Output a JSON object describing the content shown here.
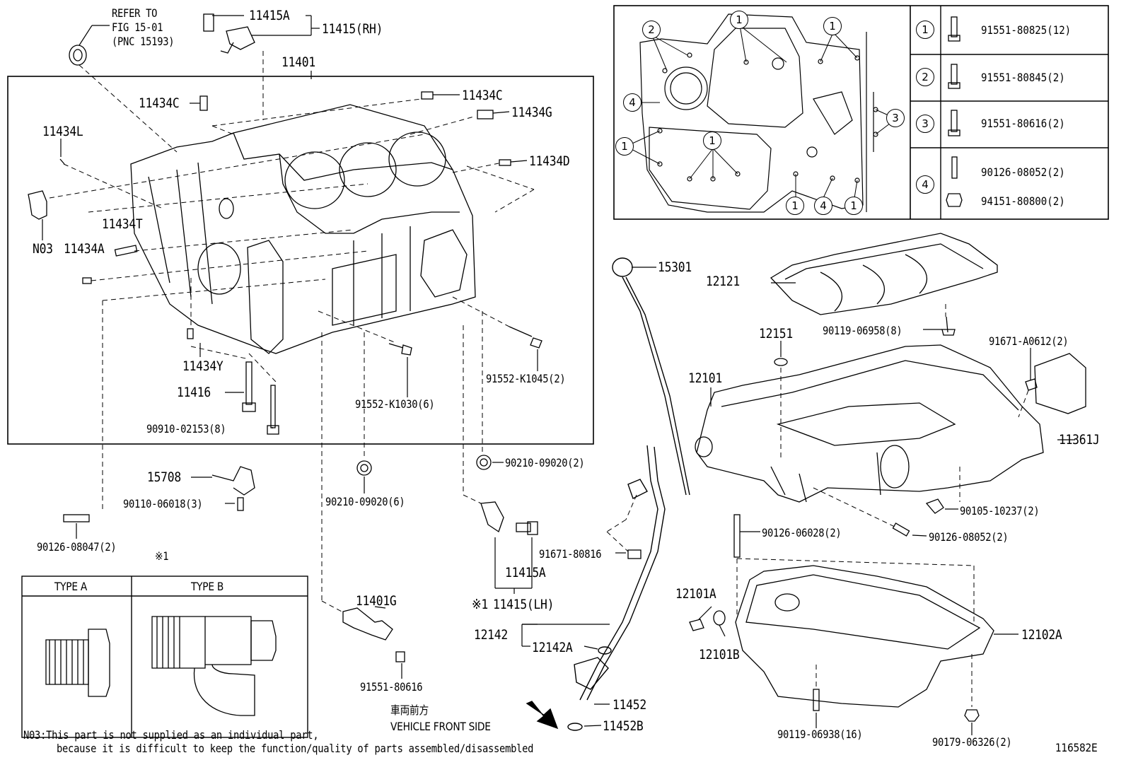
{
  "refer": {
    "line1": "REFER TO",
    "line2": "FIG 15-01",
    "line3": "(PNC 15193)"
  },
  "parts": {
    "p11415A_top": "11415A",
    "p11415RH": "11415(RH)",
    "p11401": "11401",
    "p11434C_l": "11434C",
    "p11434C_r": "11434C",
    "p11434G": "11434G",
    "p11434L": "11434L",
    "p11434D": "11434D",
    "p11434T": "11434T",
    "pN03": "N03",
    "p11434A": "11434A",
    "p11434Y": "11434Y",
    "p11416": "11416",
    "p90910": "90910-02153(8)",
    "p91552_1030": "91552-K1030(6)",
    "p91552_1045": "91552-K1045(2)",
    "p15708": "15708",
    "p90110": "90110-06018(3)",
    "p90126_047": "90126-08047(2)",
    "p90210_l": "90210-09020(6)",
    "p90210_r": "90210-09020(2)",
    "p11415A_b": "11415A",
    "p11415LH": "11415(LH)",
    "lh_mark": "※1",
    "p11401G": "11401G",
    "p91551_616": "91551-80616",
    "p15301": "15301",
    "p12121": "12121",
    "p90119_958": "90119-06958(8)",
    "p12151": "12151",
    "p12101": "12101",
    "p91671_A": "91671-A0612(2)",
    "p11361J": "11361J",
    "p90105": "90105-10237(2)",
    "p90126_028": "90126-06028(2)",
    "p90126_052": "90126-08052(2)",
    "p91671_816": "91671-80816",
    "p12101A": "12101A",
    "p12101B": "12101B",
    "p12102A": "12102A",
    "p12142": "12142",
    "p12142A": "12142A",
    "p11452": "11452",
    "p11452B": "11452B",
    "p90119_938": "90119-06938(16)",
    "p90179": "90179-06326(2)"
  },
  "legend": {
    "rows": [
      {
        "num": "1",
        "parts": [
          "91551-80825(12)"
        ]
      },
      {
        "num": "2",
        "parts": [
          "91551-80845(2)"
        ]
      },
      {
        "num": "3",
        "parts": [
          "91551-80616(2)"
        ]
      },
      {
        "num": "4",
        "parts": [
          "90126-08052(2)",
          "94151-80800(2)"
        ]
      }
    ]
  },
  "inset_callouts": [
    "2",
    "1",
    "1",
    "4",
    "1",
    "1",
    "3",
    "1",
    "4",
    "1"
  ],
  "type_box": {
    "mark": "※1",
    "type_a": "TYPE A",
    "type_b": "TYPE B"
  },
  "front": {
    "jp": "車両前方",
    "en": "VEHICLE FRONT SIDE"
  },
  "note": {
    "line1": "N03:This part is not supplied as an individual part,",
    "line2": "because it is difficult to keep the function/quality of parts assembled/disassembled"
  },
  "fig_id": "116582E"
}
